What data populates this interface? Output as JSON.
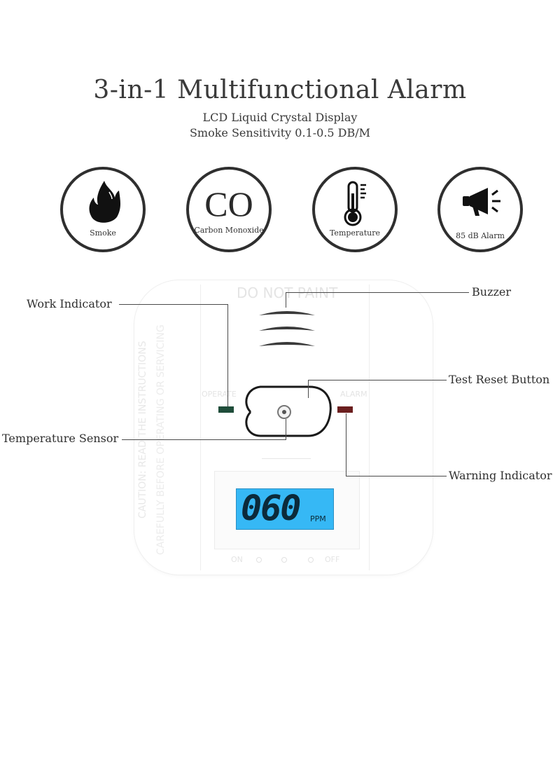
{
  "header": {
    "title": "3-in-1 Multifunctional Alarm",
    "subtitle_1": "LCD Liquid Crystal Display",
    "subtitle_2": "Smoke Sensitivity 0.1-0.5 DB/M"
  },
  "features": [
    {
      "label": "Smoke",
      "icon": "flame-icon"
    },
    {
      "label": "CO",
      "caption": "Carbon Monoxide",
      "icon": "co-text"
    },
    {
      "label": "Temperature",
      "icon": "thermometer-icon"
    },
    {
      "label": "85 dB Alarm",
      "icon": "megaphone-icon"
    }
  ],
  "callouts": {
    "work_indicator": "Work Indicator",
    "buzzer": "Buzzer",
    "test_reset_button": "Test Reset Button",
    "temperature_sensor": "Temperature Sensor",
    "warning_indicator": "Warning Indicator"
  },
  "device": {
    "top_text": "DO NOT PAINT",
    "left_text_1": "CAUTION: READ THE INSTRUCTIONS",
    "left_text_2": "CAREFULLY BEFORE OPERATING OR SERVICING",
    "operate_label": "OPERATE",
    "alarm_label": "ALARM",
    "on_label": "ON",
    "off_label": "OFF"
  },
  "lcd": {
    "reading": "060",
    "unit": "PPM"
  },
  "colors": {
    "work_indicator": "#1f4d3a",
    "warning_indicator": "#6b1f1f",
    "lcd_background": "#36b8f5",
    "outline": "#2f2f2f"
  }
}
